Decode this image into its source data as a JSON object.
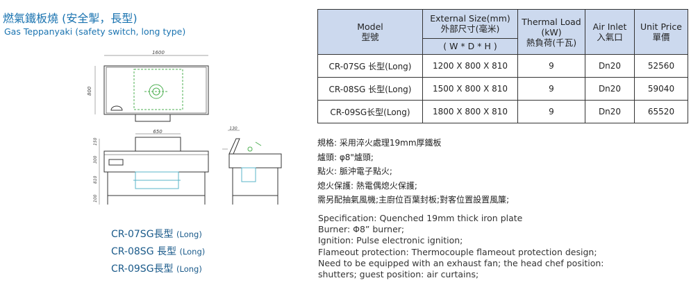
{
  "title": {
    "zh": "燃氣鐵板燒 (安全掣，長型)",
    "en": "Gas Teppanyaki (safety switch, long type)"
  },
  "drawing": {
    "dim_width": "1600",
    "dim_depth": "800",
    "dim_front_width": "650",
    "dim_front_heights": [
      "150",
      "300",
      "810",
      "100"
    ],
    "dim_side": "130"
  },
  "models_label": [
    {
      "model": "CR-07SG長型",
      "tag": "(Long)"
    },
    {
      "model": "CR-08SG 長型",
      "tag": "(Long)"
    },
    {
      "model": "CR-09SG長型",
      "tag": "(Long)"
    }
  ],
  "table": {
    "headers": {
      "model_en": "Model",
      "model_zh": "型號",
      "size_en": "External Size(mm)",
      "size_zh": "外部尺寸(毫米)",
      "size_sub": "( W * D * H )",
      "load_en": "Thermal Load",
      "load_unit": "(kW)",
      "load_zh": "熱負荷(千瓦)",
      "air_en": "Air Inlet",
      "air_zh": "入氣口",
      "price_en": "Unit Price",
      "price_zh": "單價"
    },
    "rows": [
      {
        "model": "CR-07SG 长型(Long)",
        "size": "1200 X 800 X 810",
        "load": "9",
        "air": "Dn20",
        "price": "52560"
      },
      {
        "model": "CR-08SG 长型(Long)",
        "size": "1500 X 800 X 810",
        "load": "9",
        "air": "Dn20",
        "price": "59040"
      },
      {
        "model": "CR-09SG长型(Long)",
        "size": "1800 X 800 X 810",
        "load": "9",
        "air": "Dn20",
        "price": "65520"
      }
    ]
  },
  "notes_zh": [
    "規格: 采用淬火處理19mm厚鐵板",
    "爐頭: φ8\"爐頭;",
    "點火: 脈沖電子點火;",
    "熄火保護: 熱電偶熄火保護;",
    "需另配抽氣風機;主廚位百葉封板;對客位置設置風簾;"
  ],
  "notes_en": [
    "Specification: Quenched 19mm thick iron plate",
    "Burner: Φ8” burner;",
    "Ignition: Pulse electronic ignition;",
    "Flameout protection: Thermocouple flameout protection design;",
    "Need to be equipped with an exhaust fan; the head chef position:",
    "shutters; guest position: air curtains;"
  ]
}
